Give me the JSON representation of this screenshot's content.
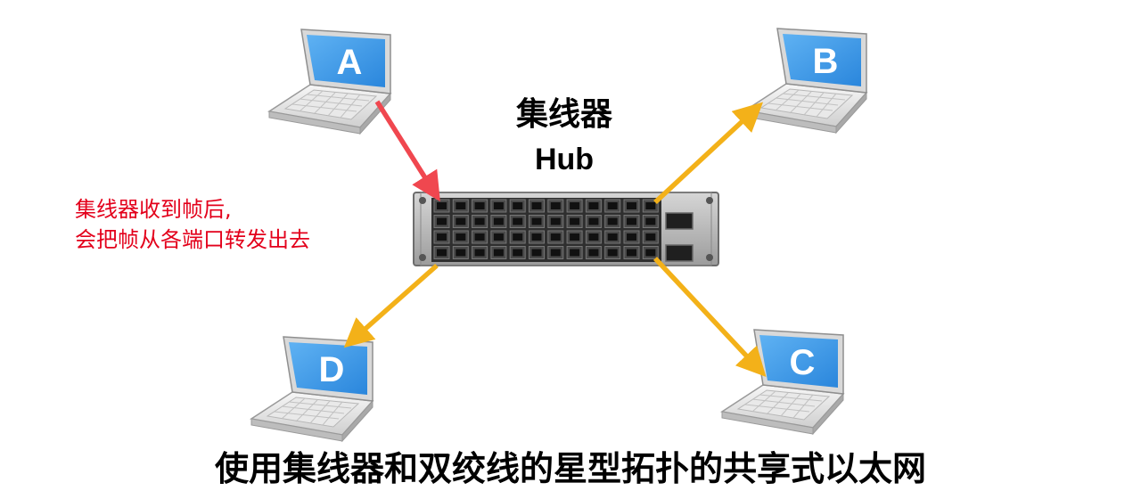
{
  "hub": {
    "title": "集线器",
    "subtitle": "Hub"
  },
  "note": {
    "line1": "集线器收到帧后,",
    "line2": "会把帧从各端口转发出去"
  },
  "caption": "使用集线器和双绞线的星型拓扑的共享式以太网",
  "computers": [
    {
      "id": "A",
      "label": "A"
    },
    {
      "id": "B",
      "label": "B"
    },
    {
      "id": "C",
      "label": "C"
    },
    {
      "id": "D",
      "label": "D"
    }
  ],
  "colors": {
    "incoming_arrow": "#f0474f",
    "outgoing_arrow": "#f3b119",
    "note_text": "#e3001b",
    "screen_blue": "#3c9bec",
    "hub_body": "#3a3a3a"
  }
}
